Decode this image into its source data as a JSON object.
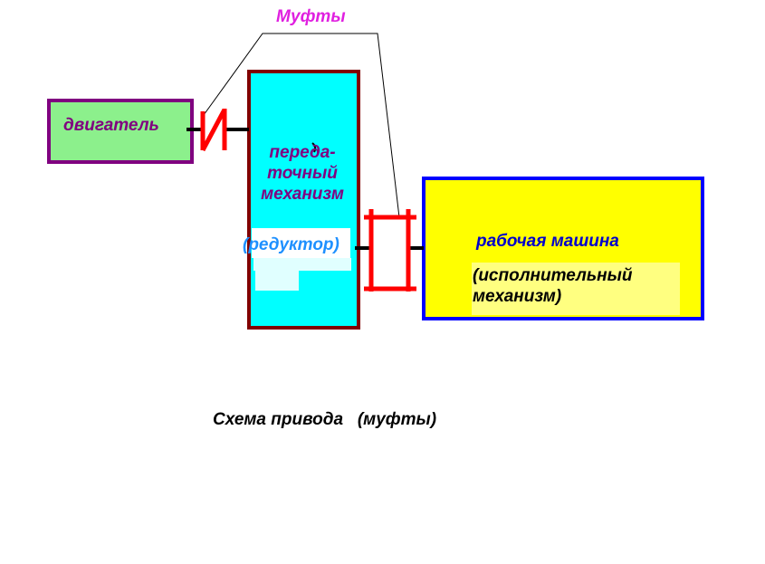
{
  "labels": {
    "couplings_title": "Муфты",
    "motor": "двигатель",
    "reducer": "переда-\nточный\nмеханизм",
    "reducer_paren": "(редуктор)",
    "machine": "рабочая машина",
    "machine_sub": "(исполнительный\nмеханизм)",
    "caption": "Схема привода   (муфты)"
  },
  "colors": {
    "motor_fill": "#8cf08c",
    "motor_border": "#800080",
    "reducer_fill": "#00ffff",
    "reducer_border": "#800000",
    "machine_fill": "#ffff00",
    "machine_border": "#0000ff",
    "coupling": "#ff0000",
    "title": "#e020e0"
  }
}
